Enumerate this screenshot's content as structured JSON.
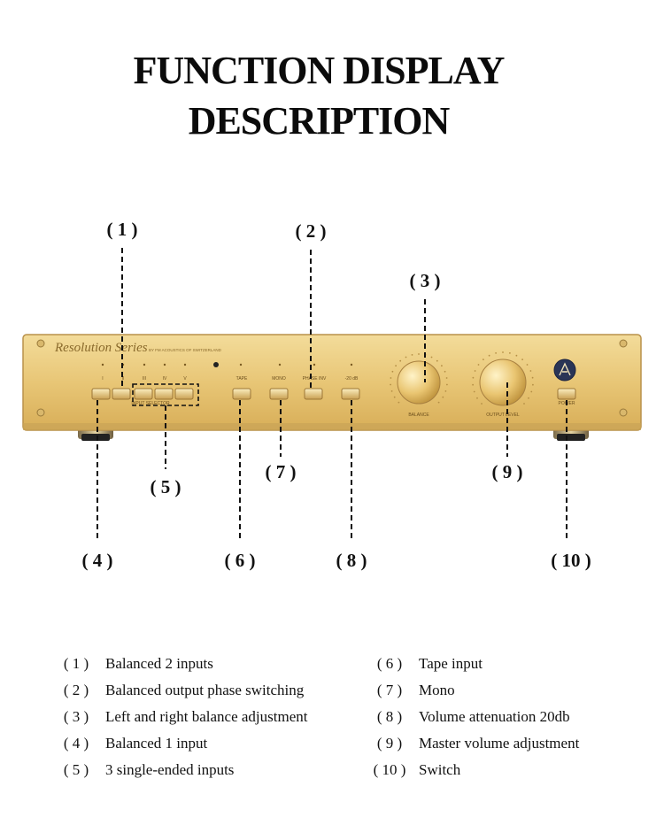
{
  "title": {
    "line1": "FUNCTION DISPLAY",
    "line2": "DESCRIPTION"
  },
  "panel": {
    "brand_script": "Resolution Series",
    "brand_small": "BY FM ACOUSTICS OF SWITZERLAND",
    "button_labels": [
      "I",
      "II",
      "III",
      "IV",
      "V",
      "TAPE",
      "MONO",
      "PHASE INV",
      "-20 dB"
    ],
    "input_selector_label": "INPUT SELECTOR",
    "balance_label": "BALANCE",
    "output_level_label": "OUTPUT LEVEL",
    "power_label": "POWER",
    "colors": {
      "gold": "#e6c36a",
      "gold_dark": "#b8923e",
      "gold_light": "#f6e3a6",
      "logo_blue": "#2a3556"
    }
  },
  "callouts": [
    "( 1 )",
    "( 2 )",
    "( 3 )",
    "( 4 )",
    "( 5 )",
    "( 6 )",
    "( 7 )",
    "( 8 )",
    "( 9 )",
    "( 10 )"
  ],
  "legend": {
    "left": [
      {
        "num": "( 1 )",
        "text": "Balanced 2 inputs"
      },
      {
        "num": "( 2 )",
        "text": "Balanced output phase switching"
      },
      {
        "num": "( 3 )",
        "text": "Left and right balance adjustment"
      },
      {
        "num": "( 4 )",
        "text": "Balanced 1 input"
      },
      {
        "num": "( 5 )",
        "text": "3 single-ended inputs"
      }
    ],
    "right": [
      {
        "num": "( 6 )",
        "text": "Tape input"
      },
      {
        "num": "( 7 )",
        "text": "Mono"
      },
      {
        "num": "( 8 )",
        "text": "Volume attenuation 20db"
      },
      {
        "num": "( 9 )",
        "text": "Master volume adjustment"
      },
      {
        "num": "( 10 )",
        "text": "Switch"
      }
    ]
  }
}
